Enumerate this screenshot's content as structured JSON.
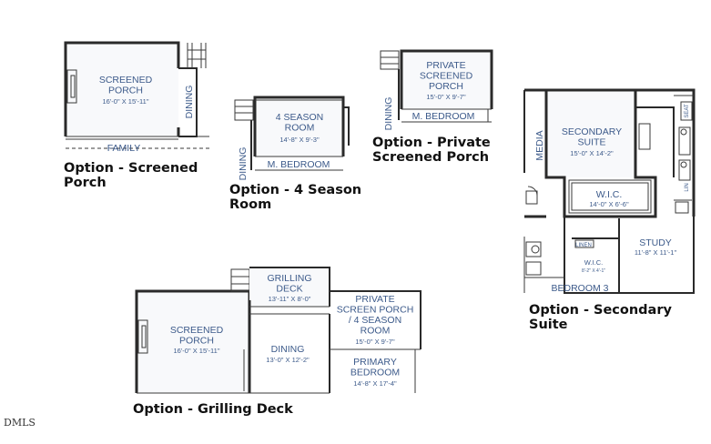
{
  "captions": {
    "screened": "Option - Screened\nPorch",
    "season": "Option - 4 Season\nRoom",
    "private": "Option - Private\nScreened Porch",
    "secondary": "Option - Secondary\nSuite",
    "grilling": "Option - Grilling Deck"
  },
  "rooms": {
    "screened_porch_1": {
      "name": "SCREENED\nPORCH",
      "dim": "16'-0\" X 15'-11\""
    },
    "dining_1": "DINING",
    "family_1": "FAMILY",
    "season_room": {
      "name": "4 SEASON\nROOM",
      "dim": "14'-8\" X 9'-3\""
    },
    "dining_2": "DINING",
    "m_bedroom_2": "M. BEDROOM",
    "private_porch": {
      "name": "PRIVATE\nSCREENED\nPORCH",
      "dim": "15'-0\" X 9'-7\""
    },
    "dining_3": "DINING",
    "m_bedroom_3": "M. BEDROOM",
    "secondary_suite": {
      "name": "SECONDARY\nSUITE",
      "dim": "15'-0\" X 14'-2\""
    },
    "media": "MEDIA",
    "wic_1": {
      "name": "W.I.C.",
      "dim": "14'-0\" X 6'-6\""
    },
    "seat": "SEAT",
    "lin": "LIN",
    "linen": "LINEN",
    "wic_2": {
      "name": "W.I.C.",
      "dim": "8'-2\" X 4'-1\""
    },
    "study": {
      "name": "STUDY",
      "dim": "11'-8\" X 11'-1\""
    },
    "bedroom_3": "BEDROOM 3",
    "grilling_deck": {
      "name": "GRILLING\nDECK",
      "dim": "13'-11\" X 8'-0\""
    },
    "screened_porch_2": {
      "name": "SCREENED\nPORCH",
      "dim": "16'-0\" X 15'-11\""
    },
    "dining_4": {
      "name": "DINING",
      "dim": "13'-0\" X 12'-2\""
    },
    "private_porch_2": {
      "name": "PRIVATE\nSCREEN PORCH\n/ 4 SEASON\nROOM",
      "dim": "15'-0\" X 9'-7\""
    },
    "primary_bedroom": {
      "name": "PRIMARY\nBEDROOM",
      "dim": "14'-8\" X 17'-4\""
    }
  },
  "watermark": "DMLS"
}
